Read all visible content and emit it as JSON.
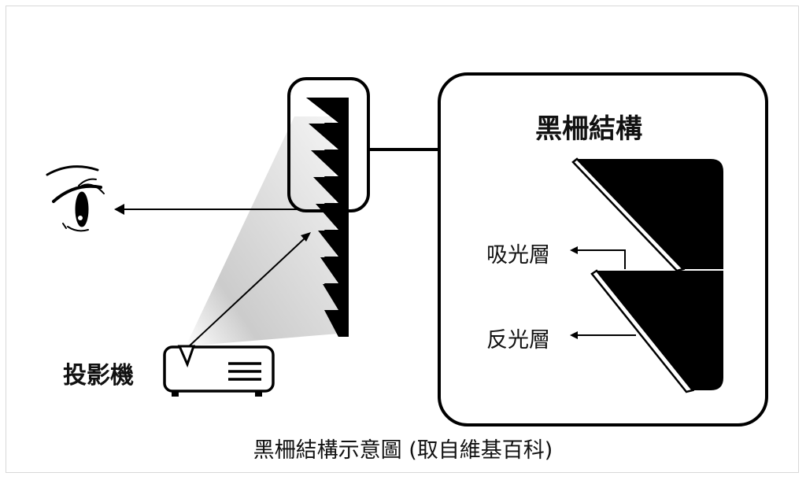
{
  "labels": {
    "projector": "投影機",
    "detail_title": "黑柵結構",
    "absorb_layer": "吸光層",
    "reflect_layer": "反光層"
  },
  "caption": "黑柵結構示意圖 (取自維基百科)",
  "icons": [
    "eye-icon",
    "projector-icon"
  ],
  "colors": {
    "ink": "#000000",
    "background": "#ffffff",
    "light_cone_start": "#d4d4d4",
    "light_cone_end": "#f7f7f7"
  }
}
